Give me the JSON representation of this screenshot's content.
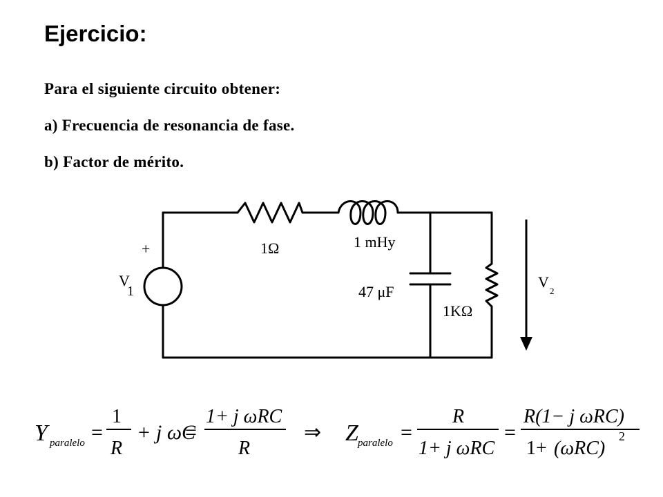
{
  "slide": {
    "title": "Ejercicio:",
    "lines": [
      "Para el siguiente circuito obtener:",
      "a) Frecuencia de resonancia de fase.",
      "b) Factor de mérito."
    ]
  },
  "circuit": {
    "source_plus": "+",
    "source_label": "V",
    "source_sub": "1",
    "resistor_series": "1Ω",
    "inductor": "1 mHy",
    "capacitor": "47 μF",
    "resistor_load": "1KΩ",
    "output_label": "V",
    "output_sub": "2"
  },
  "equations": {
    "y_symbol": "Y",
    "y_sub": "paralelo",
    "z_symbol": "Z",
    "z_sub": "paralelo",
    "implies": "⇒",
    "one": "1",
    "R": "R",
    "jwC": "j ωC",
    "one_plus_jwRC": "1+ j ωRC",
    "R_one_minus_jwRC": "R(1− j ωRC)",
    "one_plus": "1+",
    "wRC_paren": "(ωRC)",
    "exp2": "2",
    "eq": "=",
    "plus": "+"
  }
}
